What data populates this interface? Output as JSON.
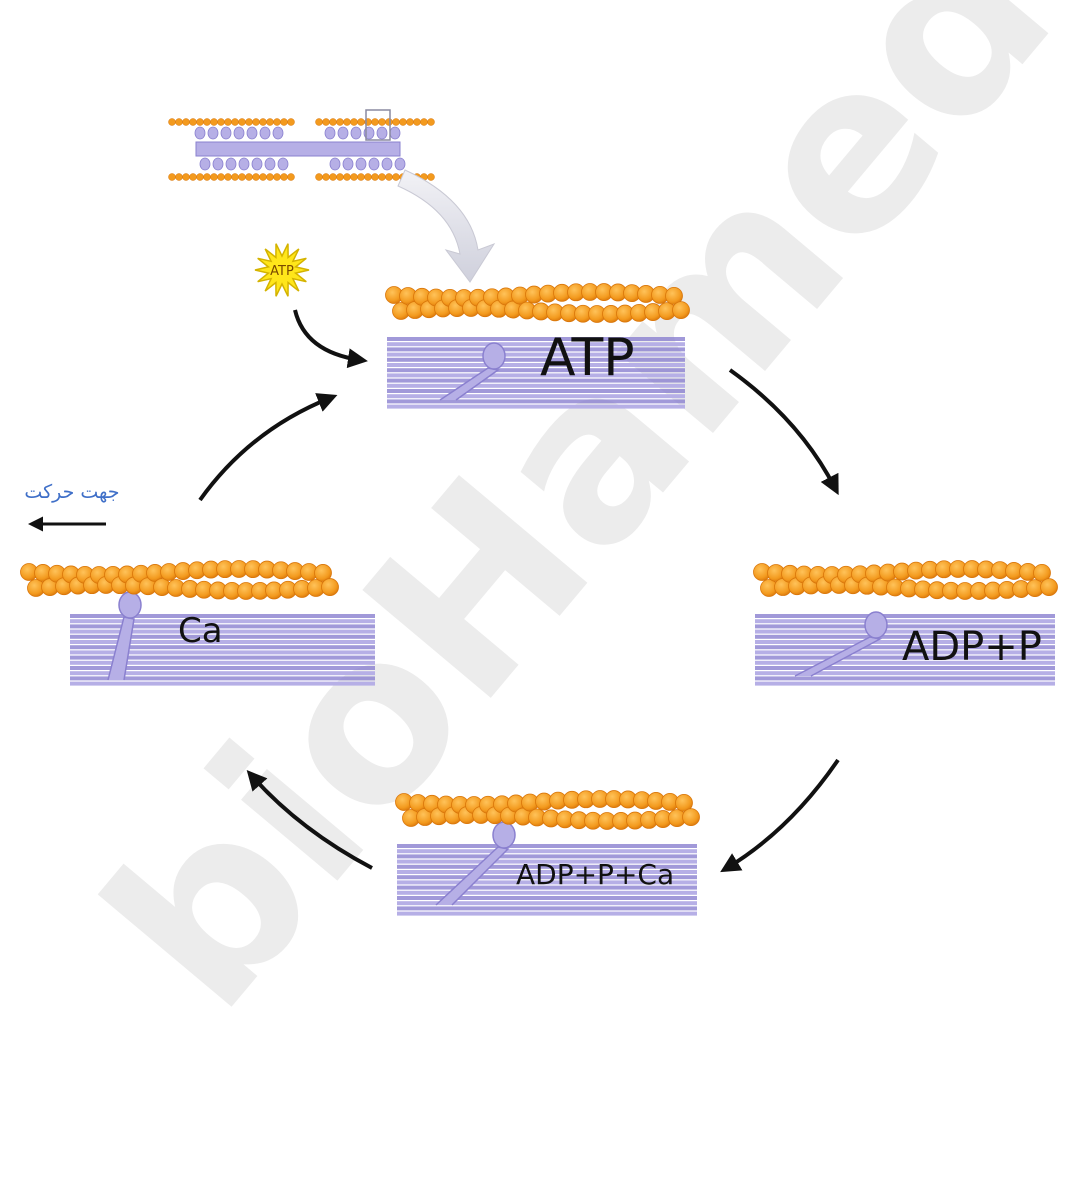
{
  "watermark": "bioHamed",
  "atp_badge": "ATP",
  "direction_label": "جهت حرکت",
  "stages": [
    {
      "id": "top",
      "label": "ATP"
    },
    {
      "id": "right",
      "label": "ADP+P"
    },
    {
      "id": "bottom",
      "label": "ADP+P+Ca"
    },
    {
      "id": "left",
      "label": "Ca"
    }
  ],
  "colors": {
    "actin": "#f39a1e",
    "actin_dark": "#d9760a",
    "myosin": "#b6afe6",
    "myosin_dark": "#8a80cf",
    "arrow": "#111111",
    "direction": "#3f6fc8",
    "watermark": "#e9e9e9",
    "atp_star": "#ffe61a"
  }
}
